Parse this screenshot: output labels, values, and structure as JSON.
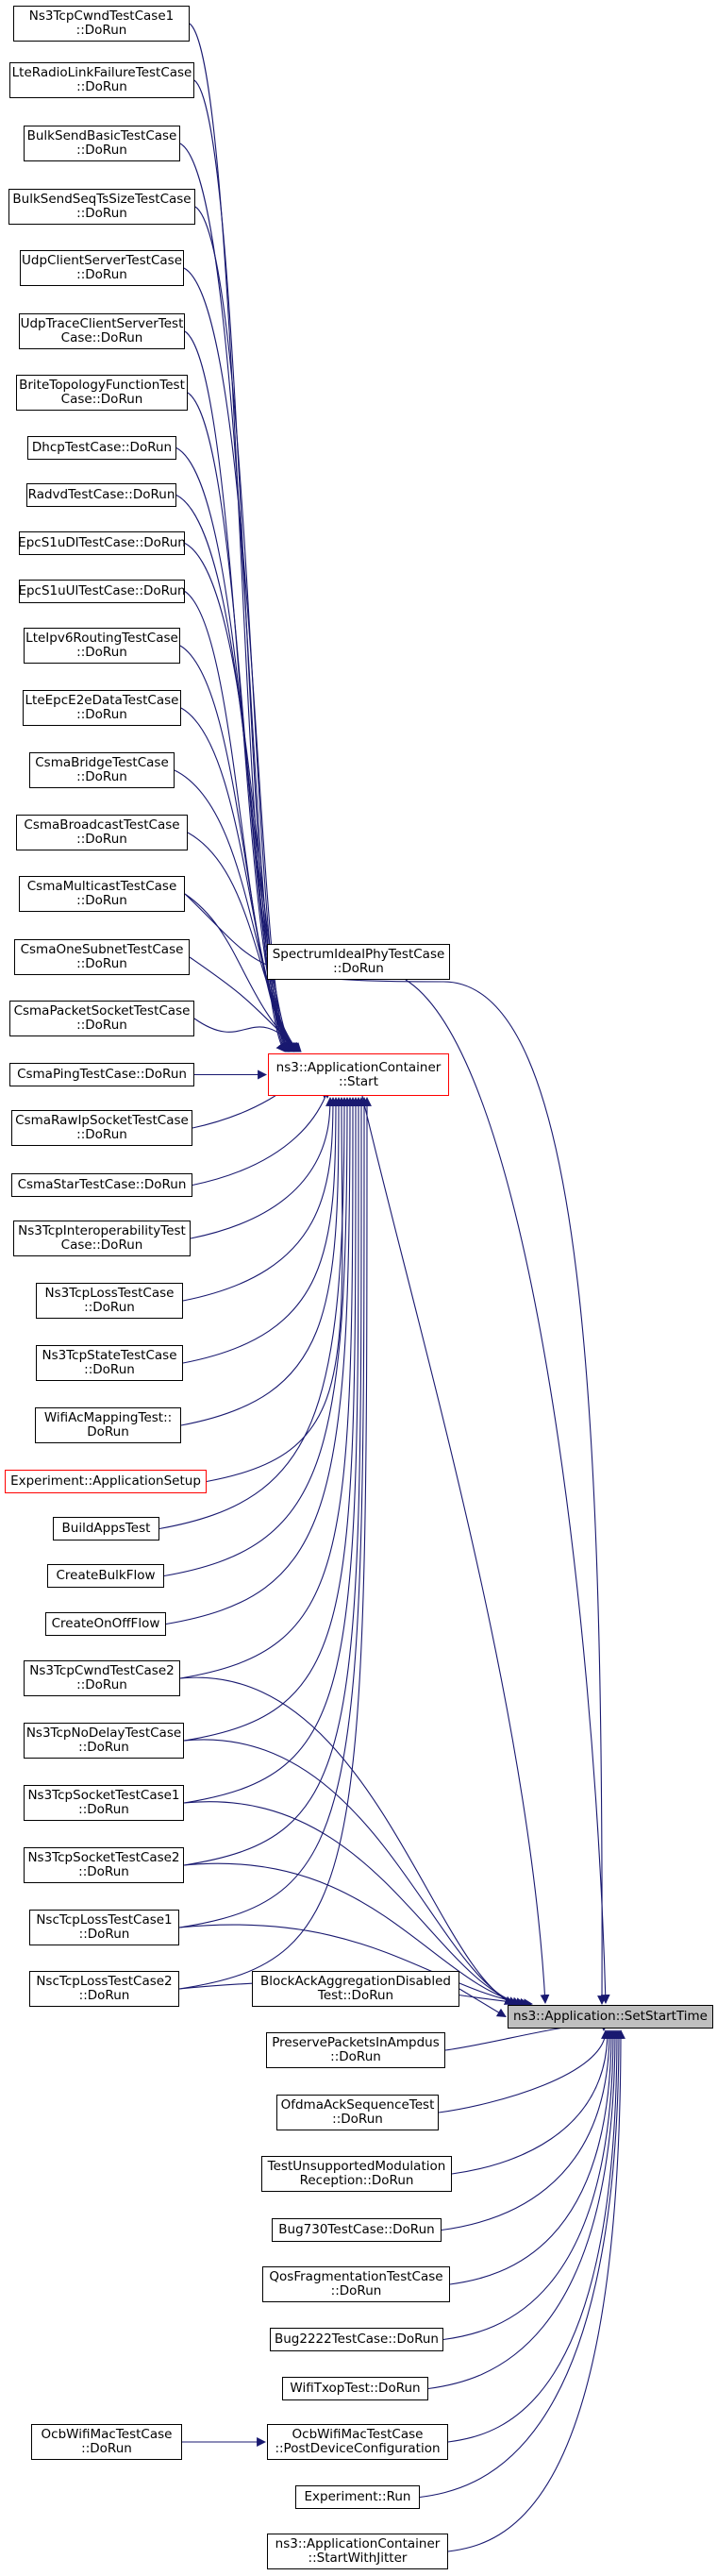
{
  "colors": {
    "edge": "#191970",
    "border": "#000000",
    "red_border": "#ff0000",
    "focus_fill": "#bfbfbf"
  },
  "nodes": {
    "set_start_time": [
      "ns3::Application::SetStartTime"
    ],
    "app_container_start": [
      "ns3::ApplicationContainer",
      "::Start"
    ],
    "ns3tcp_cwnd_1": [
      "Ns3TcpCwndTestCase1",
      "::DoRun"
    ],
    "lte_radio_link_failure": [
      "LteRadioLinkFailureTestCase",
      "::DoRun"
    ],
    "bulk_send_basic": [
      "BulkSendBasicTestCase",
      "::DoRun"
    ],
    "bulk_send_seq_ts": [
      "BulkSendSeqTsSizeTestCase",
      "::DoRun"
    ],
    "udp_client_server": [
      "UdpClientServerTestCase",
      "::DoRun"
    ],
    "udp_trace_client_server": [
      "UdpTraceClientServerTest",
      "Case::DoRun"
    ],
    "brite_topology": [
      "BriteTopologyFunctionTest",
      "Case::DoRun"
    ],
    "dhcp": [
      "DhcpTestCase::DoRun"
    ],
    "radvd": [
      "RadvdTestCase::DoRun"
    ],
    "epc_s1u_dl": [
      "EpcS1uDlTestCase::DoRun"
    ],
    "epc_s1u_ul": [
      "EpcS1uUlTestCase::DoRun"
    ],
    "lte_ipv6_routing": [
      "LteIpv6RoutingTestCase",
      "::DoRun"
    ],
    "lte_epc_e2e_data": [
      "LteEpcE2eDataTestCase",
      "::DoRun"
    ],
    "csma_bridge": [
      "CsmaBridgeTestCase",
      "::DoRun"
    ],
    "csma_broadcast": [
      "CsmaBroadcastTestCase",
      "::DoRun"
    ],
    "csma_multicast": [
      "CsmaMulticastTestCase",
      "::DoRun"
    ],
    "spectrum_ideal_phy": [
      "SpectrumIdealPhyTestCase",
      "::DoRun"
    ],
    "csma_one_subnet": [
      "CsmaOneSubnetTestCase",
      "::DoRun"
    ],
    "csma_packet_socket": [
      "CsmaPacketSocketTestCase",
      "::DoRun"
    ],
    "csma_ping": [
      "CsmaPingTestCase::DoRun"
    ],
    "csma_raw_ip_socket": [
      "CsmaRawIpSocketTestCase",
      "::DoRun"
    ],
    "csma_star": [
      "CsmaStarTestCase::DoRun"
    ],
    "ns3tcp_interoperability": [
      "Ns3TcpInteroperabilityTest",
      "Case::DoRun"
    ],
    "ns3tcp_loss": [
      "Ns3TcpLossTestCase",
      "::DoRun"
    ],
    "ns3tcp_state": [
      "Ns3TcpStateTestCase",
      "::DoRun"
    ],
    "wifi_ac_mapping": [
      "WifiAcMappingTest::",
      "DoRun"
    ],
    "experiment_application_setup": [
      "Experiment::ApplicationSetup"
    ],
    "build_apps_test": [
      "BuildAppsTest"
    ],
    "create_bulk_flow": [
      "CreateBulkFlow"
    ],
    "create_on_off_flow": [
      "CreateOnOffFlow"
    ],
    "ns3tcp_cwnd_2": [
      "Ns3TcpCwndTestCase2",
      "::DoRun"
    ],
    "ns3tcp_no_delay": [
      "Ns3TcpNoDelayTestCase",
      "::DoRun"
    ],
    "ns3tcp_socket_1": [
      "Ns3TcpSocketTestCase1",
      "::DoRun"
    ],
    "ns3tcp_socket_2": [
      "Ns3TcpSocketTestCase2",
      "::DoRun"
    ],
    "nsc_tcp_loss_1": [
      "NscTcpLossTestCase1",
      "::DoRun"
    ],
    "nsc_tcp_loss_2": [
      "NscTcpLossTestCase2",
      "::DoRun"
    ],
    "block_ack_aggregation": [
      "BlockAckAggregationDisabled",
      "Test::DoRun"
    ],
    "preserve_packets_in_ampdus": [
      "PreservePacketsInAmpdus",
      "::DoRun"
    ],
    "ofdma_ack_sequence": [
      "OfdmaAckSequenceTest",
      "::DoRun"
    ],
    "test_unsupported_modulation": [
      "TestUnsupportedModulation",
      "Reception::DoRun"
    ],
    "bug730": [
      "Bug730TestCase::DoRun"
    ],
    "qos_fragmentation": [
      "QosFragmentationTestCase",
      "::DoRun"
    ],
    "bug2222": [
      "Bug2222TestCase::DoRun"
    ],
    "wifi_txop": [
      "WifiTxopTest::DoRun"
    ],
    "ocb_wifi_mac_post_device": [
      "OcbWifiMacTestCase",
      "::PostDeviceConfiguration"
    ],
    "ocb_wifi_mac_do_run": [
      "OcbWifiMacTestCase",
      "::DoRun"
    ],
    "experiment_run": [
      "Experiment::Run"
    ],
    "app_container_start_with_jitter": [
      "ns3::ApplicationContainer",
      "::StartWithJitter"
    ]
  }
}
